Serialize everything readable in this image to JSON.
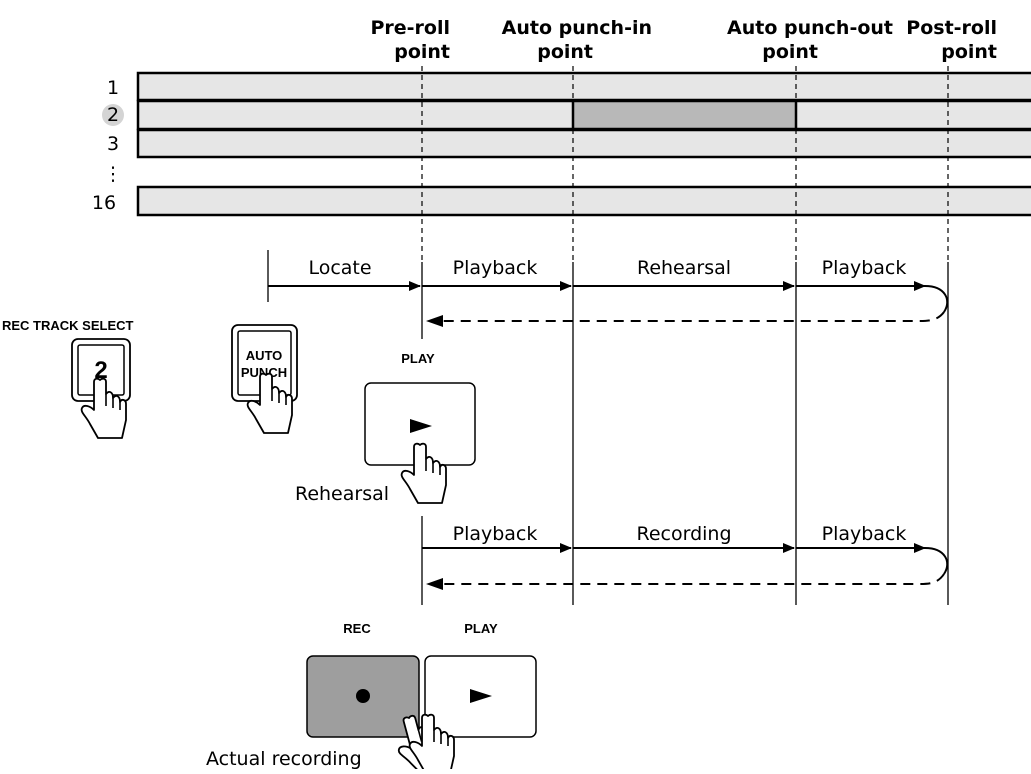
{
  "header": {
    "preroll": [
      "Pre-roll",
      "point"
    ],
    "punchin": [
      "Auto punch-in",
      "point"
    ],
    "punchout": [
      "Auto punch-out",
      "point"
    ],
    "postroll": [
      "Post-roll",
      "point"
    ]
  },
  "tracks": {
    "labels": [
      "1",
      "2",
      "3",
      "16"
    ],
    "ellipsis": "⋮",
    "selected": "2"
  },
  "rehearsal_row": {
    "segments": [
      "Locate",
      "Playback",
      "Rehearsal",
      "Playback"
    ]
  },
  "recording_row": {
    "segments": [
      "Playback",
      "Recording",
      "Playback"
    ]
  },
  "controls": {
    "rec_track_select_label": "REC TRACK SELECT",
    "rec_track_button": "2",
    "auto_punch_line1": "AUTO",
    "auto_punch_line2": "PUNCH",
    "play_label_1": "PLAY",
    "rehearsal_caption": "Rehearsal",
    "rec_label": "REC",
    "play_label_2": "PLAY",
    "actual_recording_caption": "Actual recording"
  },
  "colors": {
    "track_fill": "#e6e6e6",
    "punch_region": "#b8b8b8",
    "rec_button": "#9e9e9e",
    "line": "#000000"
  }
}
